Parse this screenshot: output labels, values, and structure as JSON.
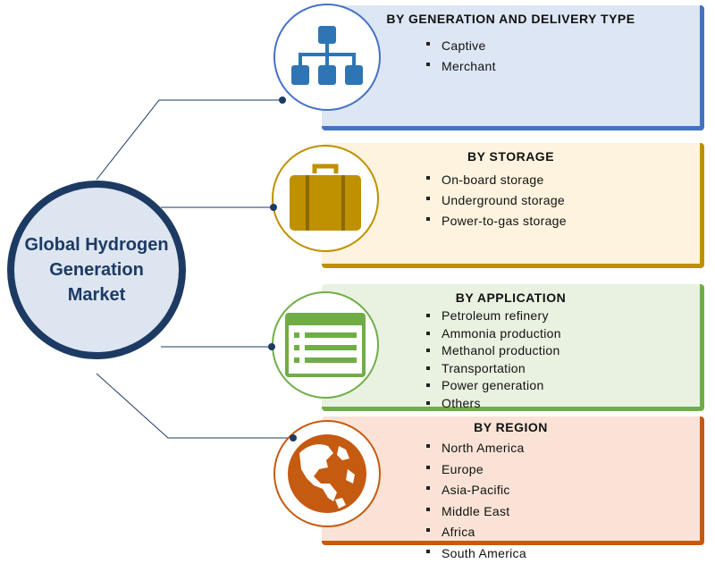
{
  "hub": {
    "title": "Global Hydrogen\nGeneration\nMarket"
  },
  "segments": [
    {
      "title": "BY GENERATION  AND DELIVERY TYPE",
      "icon": "hierarchy-icon",
      "accent": "#4472c4",
      "fill": "#dde6f4",
      "items": [
        "Captive",
        "Merchant"
      ]
    },
    {
      "title": "BY STORAGE",
      "icon": "briefcase-icon",
      "accent": "#bf9000",
      "fill": "#fdf3de",
      "items": [
        "On-board storage",
        "Underground  storage",
        "Power-to-gas  storage"
      ]
    },
    {
      "title": "BY APPLICATION",
      "icon": "list-icon",
      "accent": "#70ad47",
      "fill": "#e9f2e1",
      "items": [
        "Petroleum refinery",
        "Ammonia production",
        "Methanol production",
        "Transportation",
        "Power generation",
        "Others"
      ]
    },
    {
      "title": "BY REGION",
      "icon": "globe-icon",
      "accent": "#c55a11",
      "fill": "#fae3d6",
      "items": [
        "North America",
        "Europe",
        "Asia-Pacific",
        "Middle East",
        "Africa",
        "South America"
      ]
    }
  ]
}
